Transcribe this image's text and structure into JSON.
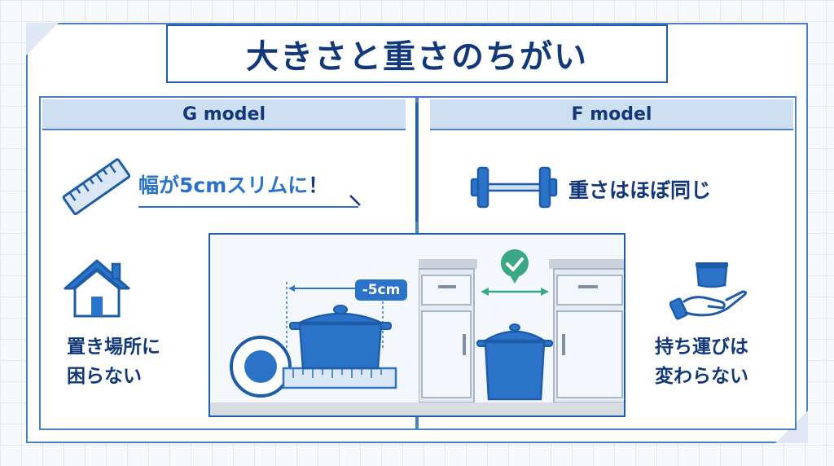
{
  "title": "大きさと重さのちがい",
  "left_panel": {
    "header": "G model",
    "feature": {
      "highlight": "幅が5cmスリムに",
      "suffix": "！"
    },
    "side_feature": [
      "置き場所に",
      "困らない"
    ]
  },
  "right_panel": {
    "header": "F model",
    "feature": "重さはほぼ同じ",
    "side_feature": [
      "持ち運びは",
      "変わらない"
    ]
  },
  "illustration": {
    "badge": "-5cm"
  },
  "colors": {
    "navy": "#13387a",
    "blue": "#1f5ca8",
    "accent": "#2a73c9",
    "light": "#cfdff2",
    "green": "#3aa884"
  },
  "icons": [
    "ruler-icon",
    "dumbbell-icon",
    "house-icon",
    "hand-pot-icon",
    "check-icon",
    "tape-measure-icon",
    "pot-icon",
    "cabinet-icon"
  ]
}
